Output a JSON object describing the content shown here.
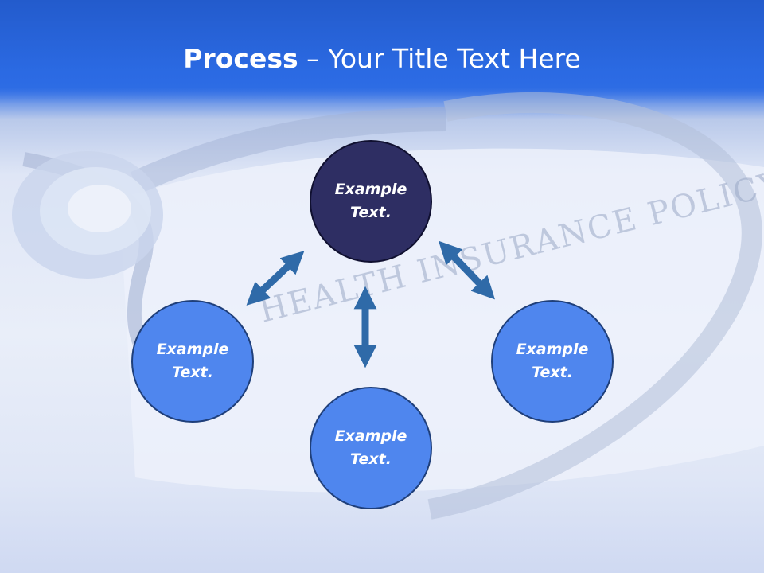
{
  "title": {
    "bold": "Process",
    "rest": " – Your Title Text Here"
  },
  "background": {
    "document_text": "HEALTH INSURANCE POLICY"
  },
  "nodes": {
    "center": "Example\nText.",
    "left": "Example\nText.",
    "right": "Example\nText.",
    "bottom": "Example\nText."
  },
  "colors": {
    "title_band": "#2b6ae3",
    "center_node": "#2e2e63",
    "outer_node": "#4f86ee",
    "arrow": "#2f6aa8"
  }
}
